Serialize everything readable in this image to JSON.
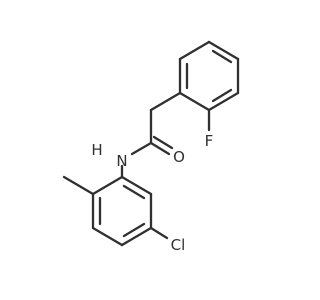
{
  "molecule": {
    "atoms": {
      "nitrogen": {
        "symbol": "N"
      },
      "nitrogen_h": {
        "symbol": "H"
      },
      "oxygen": {
        "symbol": "O"
      },
      "fluorine": {
        "symbol": "F"
      },
      "chlorine": {
        "symbol": "Cl"
      }
    }
  }
}
